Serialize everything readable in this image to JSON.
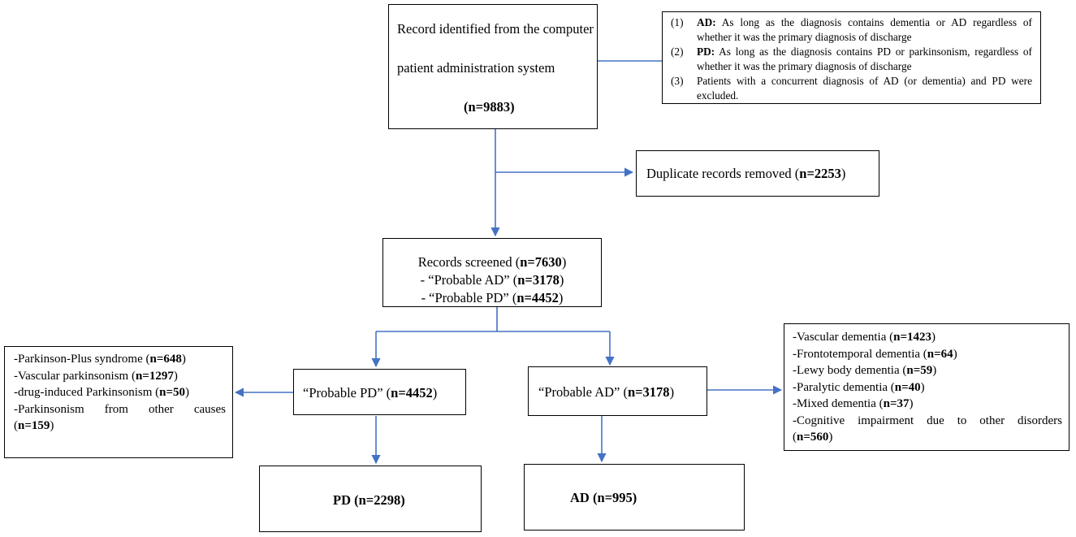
{
  "record": {
    "line1": "Record identified from the computer",
    "line2": "patient administration system",
    "count": "(n=9883)"
  },
  "criteria": {
    "item1": {
      "num": "(1)",
      "label": "AD:",
      "text_a": " As long as the diagnosis contains dementia or AD regardless of",
      "text_b": "whether it was the primary diagnosis of discharge"
    },
    "item2": {
      "num": "(2)",
      "label": "PD:",
      "text_a": " As long as the diagnosis contains PD or parkinsonism, regardless of",
      "text_b": "whether it was the primary diagnosis of discharge"
    },
    "item3": {
      "num": "(3)",
      "text_a": "Patients with a concurrent diagnosis of AD (or dementia) and PD were",
      "text_b": "excluded."
    }
  },
  "duplicates": {
    "text": "Duplicate records removed (",
    "count": "n=2253",
    "close": ")"
  },
  "screened": {
    "l1_text": "Records screened (",
    "l1_count": "n=7630",
    "l1_close": ")",
    "l2_text": "- “Probable AD” (",
    "l2_count": "n=3178",
    "l2_close": ")",
    "l3_text": "- “Probable PD” (",
    "l3_count": "n=4452",
    "l3_close": ")"
  },
  "probable_pd": {
    "text": "“Probable PD” (",
    "count": "n=4452",
    "close": ")"
  },
  "probable_ad": {
    "text": "“Probable AD” (",
    "count": "n=3178",
    "close": ")"
  },
  "pd_excluded": {
    "i1": {
      "text": "-Parkinson-Plus syndrome (",
      "count": "n=648",
      "close": ")"
    },
    "i2": {
      "text": "-Vascular parkinsonism (",
      "count": "n=1297",
      "close": ")"
    },
    "i3": {
      "text": "-drug-induced Parkinsonism (",
      "count": "n=50",
      "close": ")"
    },
    "i4": {
      "text": "-Parkinsonism from other causes"
    },
    "i4b": {
      "text": "(",
      "count": "n=159",
      "close": ")"
    }
  },
  "ad_excluded": {
    "i1": {
      "text": "-Vascular dementia (",
      "count": "n=1423",
      "close": ")"
    },
    "i2": {
      "text": "-Frontotemporal dementia (",
      "count": "n=64",
      "close": ")"
    },
    "i3": {
      "text": "-Lewy body dementia (",
      "count": "n=59",
      "close": ")"
    },
    "i4": {
      "text": "-Paralytic dementia (",
      "count": "n=40",
      "close": ")"
    },
    "i5": {
      "text": "-Mixed dementia (",
      "count": "n=37",
      "close": ")"
    },
    "i6": {
      "text": "-Cognitive impairment due to other disorders"
    },
    "i6b": {
      "text": "(",
      "count": "n=560",
      "close": ")"
    }
  },
  "pd_final": {
    "text": "PD (n=2298)"
  },
  "ad_final": {
    "text": "AD (n=995)"
  },
  "colors": {
    "arrow": "#4472C4",
    "border": "#000000"
  }
}
